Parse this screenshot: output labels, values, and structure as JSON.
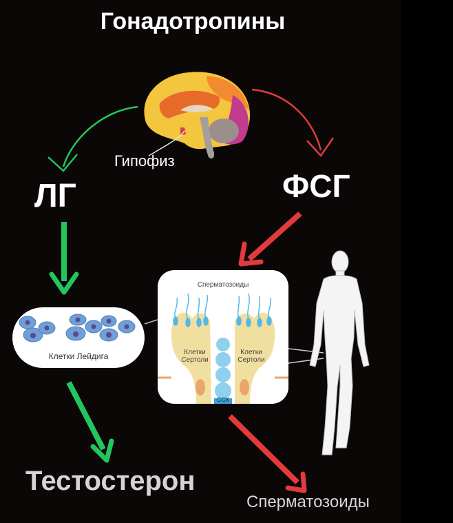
{
  "title": "Гонадотропины",
  "brain": {
    "label": "Гипофиз",
    "icon": "brain-icon"
  },
  "hormones": {
    "lh": "ЛГ",
    "fsh": "ФСГ"
  },
  "leydig": {
    "label": "Клетки Лейдига",
    "icon": "leydig-cells-icon"
  },
  "tubule": {
    "sperm_label": "Сперматозоиды",
    "sertoli_left": "Клетки Сертоли",
    "sertoli_right": "Клетки Сертоли",
    "ssk_label": "ССК",
    "icon": "seminiferous-tubule-icon"
  },
  "body_figure": {
    "icon": "human-body-icon"
  },
  "outputs": {
    "testosterone": "Тестостерон",
    "sperm": "Сперматозоиды"
  },
  "colors": {
    "background": "#0b0707",
    "lh_arrow": "#22c55e",
    "fsh_arrow": "#e23b3b",
    "text": "#ffffff",
    "leydig_cell": "#6f9fd6",
    "leydig_nucleus": "#5b4a8c",
    "sertoli": "#f1dfa0",
    "sperm": "#53b8e6"
  }
}
